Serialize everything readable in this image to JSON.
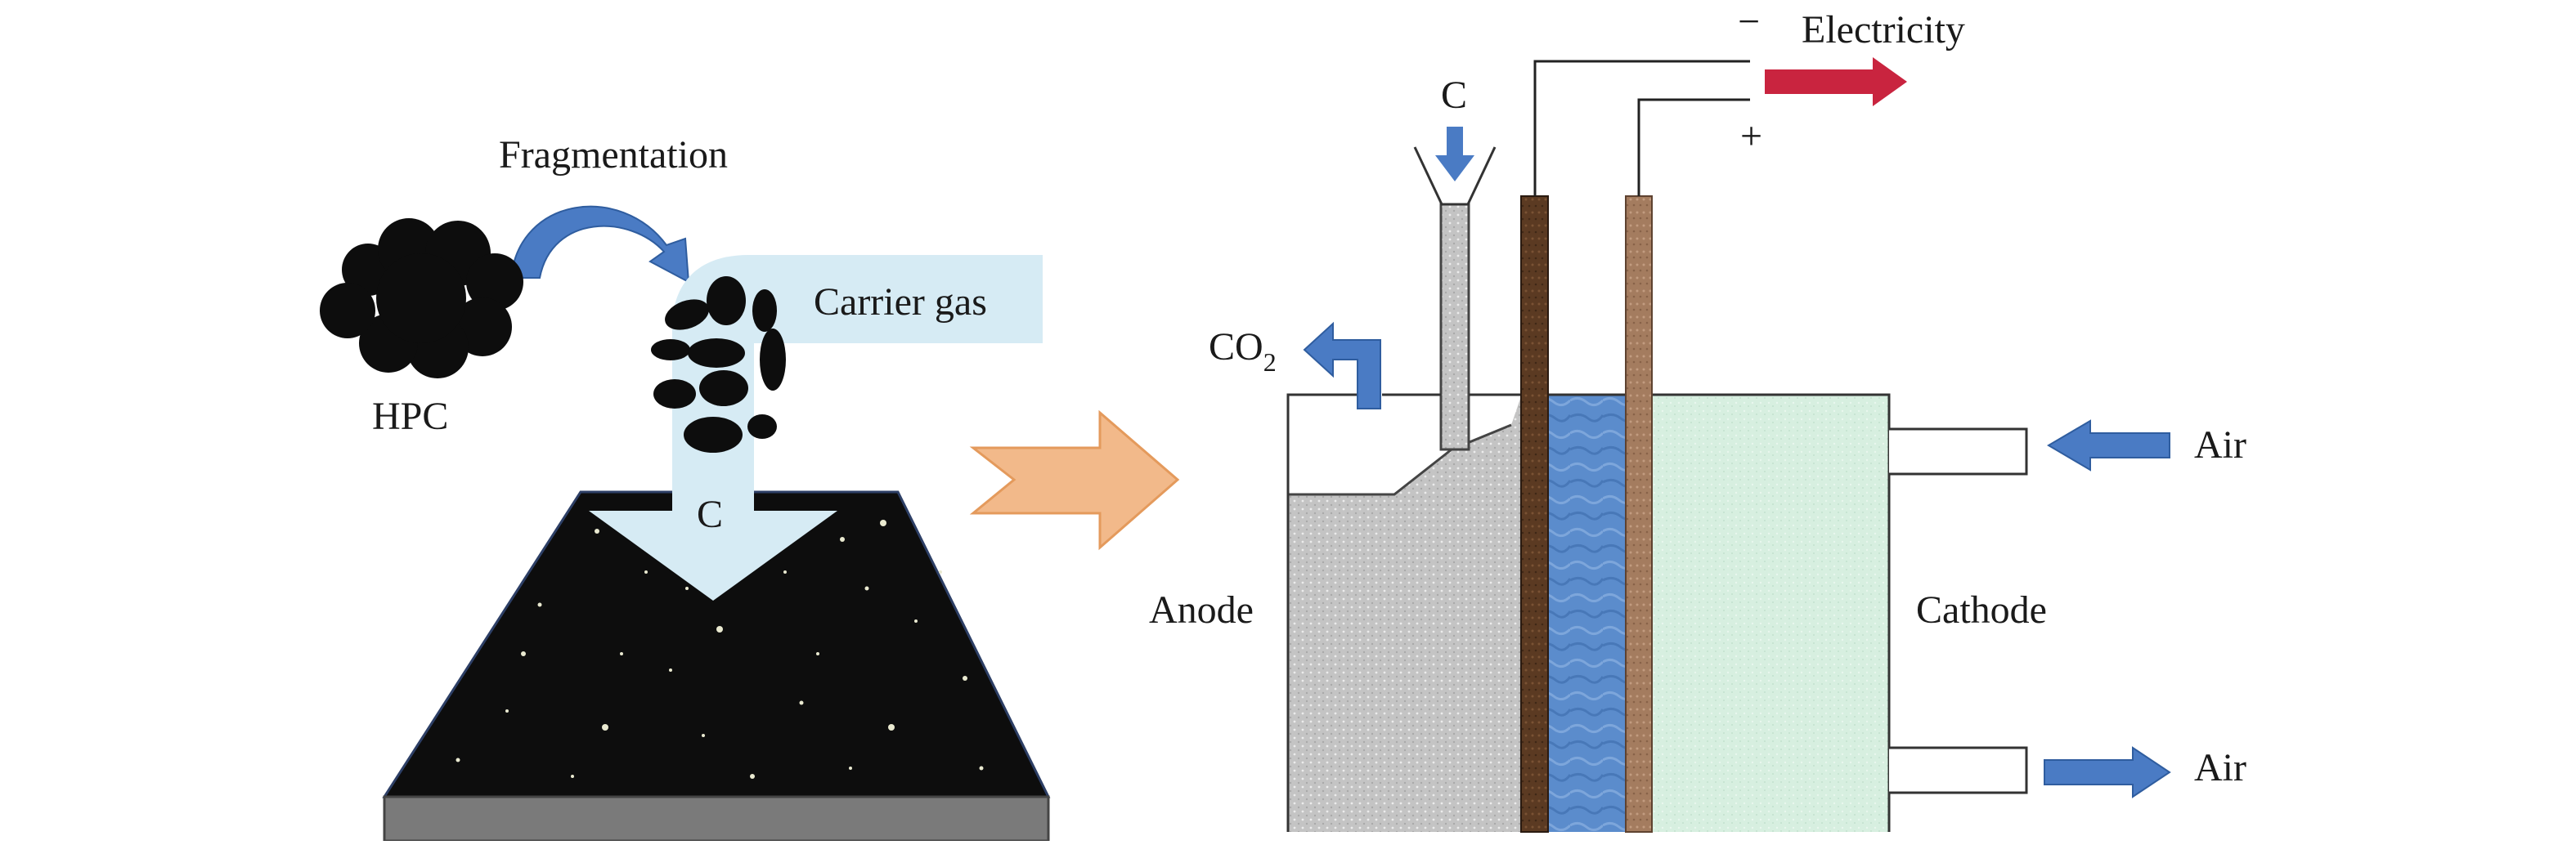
{
  "labels": {
    "fragmentation": "Fragmentation",
    "hpc": "HPC",
    "carrier_gas": "Carrier gas",
    "c_flow": "C",
    "c_feed": "C",
    "co2_main": "CO",
    "co2_sub": "2",
    "electricity": "Electricity",
    "minus": "−",
    "plus": "+",
    "anode": "Anode",
    "cathode": "Cathode",
    "air_in": "Air",
    "air_out": "Air"
  },
  "colors": {
    "arrow_blue": "#4a7bc4",
    "electricity_red": "#c9243f",
    "process_arrow_orange": "#f2b98a",
    "carrier_gas_fill": "#d6ebf4",
    "anode_fill": "#c2c2c2",
    "electrolyte_blue": "#5b8ccc",
    "cathode_fill": "#d4ecdc",
    "anode_electrode": "#5b3a22",
    "cathode_electrode": "#a47c5f",
    "starfield": "#0d0d0d",
    "base_plate": "#7a7a7a"
  },
  "icons": {
    "hpc": "carbon-cloud-icon",
    "particles": "carbon-particles-icon",
    "fragmentation_arrow": "curved-arrow-icon",
    "process_arrow": "chevron-arrow-icon"
  }
}
